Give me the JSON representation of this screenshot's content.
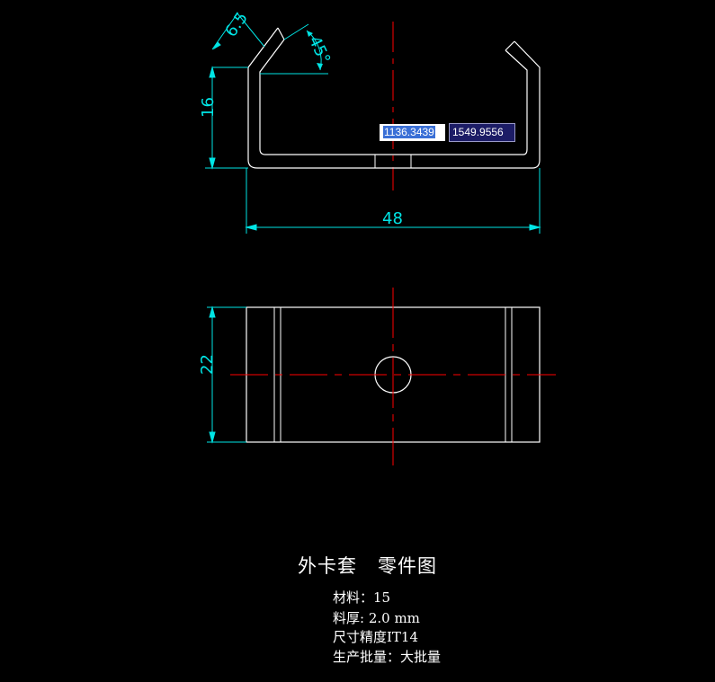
{
  "dimensions": {
    "bend_length": "6.5",
    "bend_angle": "45°",
    "height": "16",
    "width": "48",
    "depth": "22"
  },
  "coordinate_input": {
    "x": "1136.3439",
    "y": "1549.9556"
  },
  "title_block": {
    "title": "外卡套   零件图",
    "material": "材料：15",
    "thickness": "料厚: 2.0 mm",
    "precision": "尺寸精度IT14",
    "production": "生产批量：大批量"
  },
  "colors": {
    "background": "#000000",
    "outline": "#ffffff",
    "centerline": "#ff0000",
    "dimension": "#00e5e5"
  }
}
